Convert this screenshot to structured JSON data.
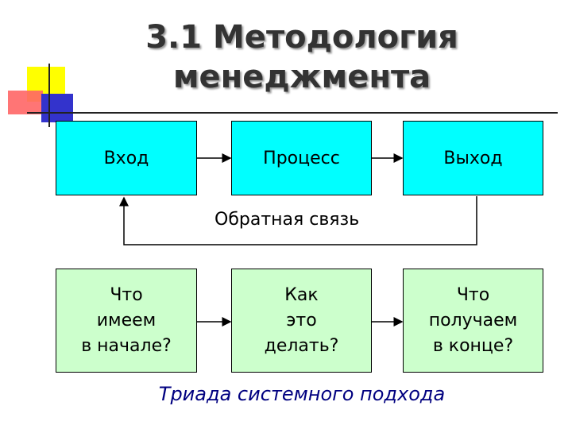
{
  "title": "3.1 Методология менеджмента",
  "flow": {
    "input": "Вход",
    "process": "Процесс",
    "output": "Выход",
    "feedback": "Обратная связь"
  },
  "questions": {
    "have": "Что\nимеем\nв начале?",
    "how": "Как\nэто\nделать?",
    "get": "Что\nполучаем\nв конце?"
  },
  "caption": "Триада системного подхода",
  "colors": {
    "top_boxes": "#00ffff",
    "bottom_boxes": "#ccffcc",
    "caption": "#000080",
    "deco_yellow": "#ffff00",
    "deco_red": "#ff6666",
    "deco_blue": "#3333cc"
  }
}
